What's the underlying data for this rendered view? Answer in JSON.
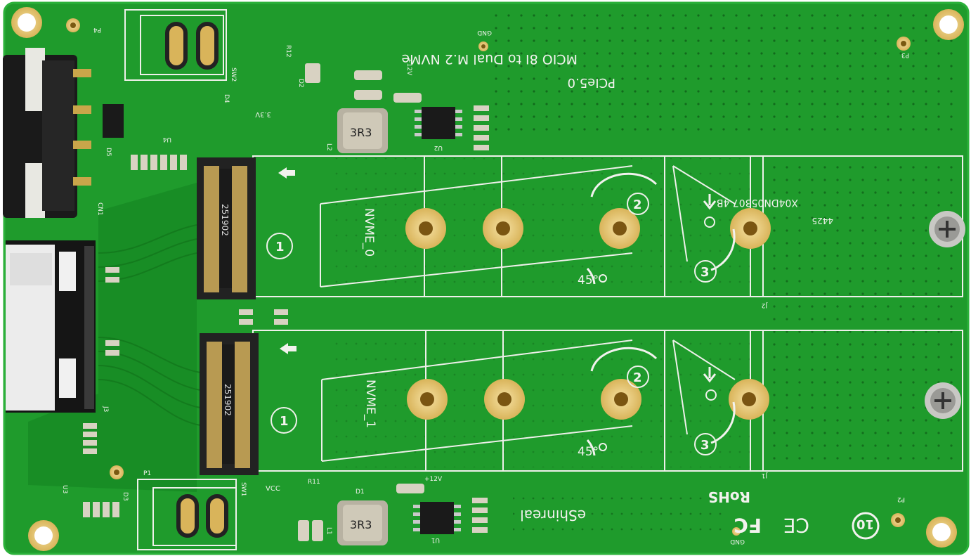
{
  "board": {
    "title_line1": "MCIO 8I to Dual M.2 NVMe",
    "title_line2": "PCIe5.0",
    "brand": "eShinreal",
    "serial": "X04DN05307 4B",
    "lot": "4425",
    "colors": {
      "pcb": "#1f9b2c",
      "pcb_dark": "#15801f",
      "silk": "#f2f2ee",
      "gold": "#e8c66a",
      "connector": "#1c1c1c"
    }
  },
  "labels": {
    "slot0": "NVME_0",
    "slot1": "NVME_1",
    "angle": "45°",
    "step2": "2",
    "step3": "3",
    "step1": "1",
    "gnd": "GND",
    "plus12v": "+12V",
    "vcc": "VCC",
    "v33": "3.3V",
    "rohs": "RoHS",
    "fc": "FC",
    "ce": "CE",
    "eco": "10",
    "ic_3r3_top": "3R3",
    "ic_3r3_bottom": "3R3",
    "m2_code_top": "251902",
    "m2_code_bottom": "251902",
    "p1": "P1",
    "p2": "P2",
    "p3": "P3",
    "p4": "P4",
    "u1": "U1",
    "u2": "U2",
    "u3": "U3",
    "u4": "U4",
    "sw1": "SW1",
    "sw2": "SW2",
    "j1": "J1",
    "j2": "J2",
    "j3": "J3",
    "cn1": "CN1",
    "l1": "L1",
    "l2": "L2",
    "d1": "D1",
    "d2": "D2",
    "d3": "D3",
    "d4": "D4",
    "d5": "D5",
    "r11": "R11",
    "r12": "R12"
  }
}
